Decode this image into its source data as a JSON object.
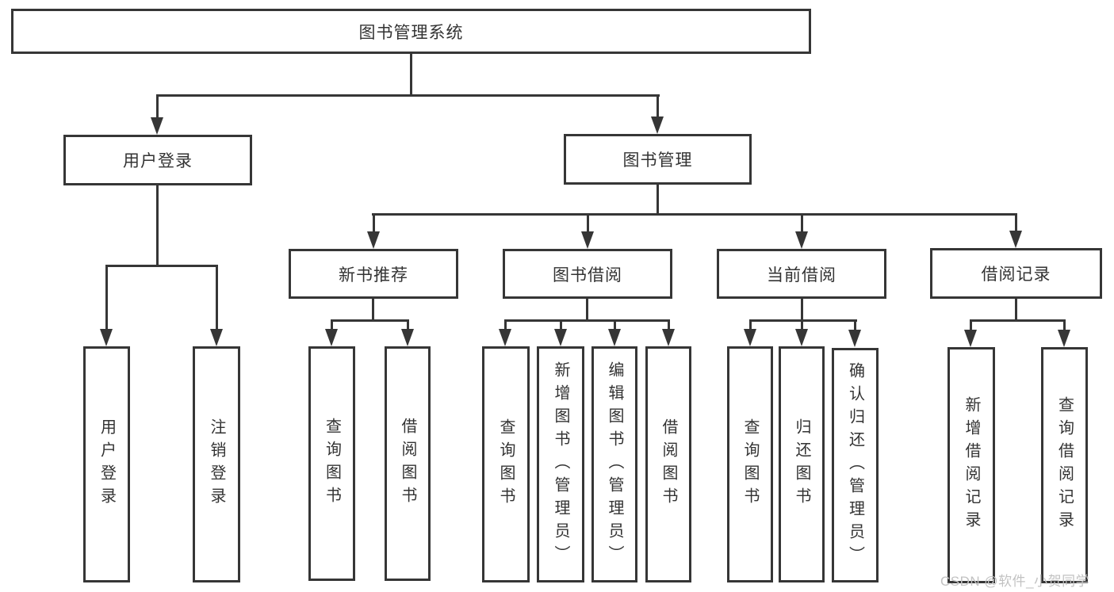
{
  "diagram_type": "hierarchy-tree",
  "nodes": {
    "root": "图书管理系统",
    "user_login": "用户登录",
    "book_mgmt": "图书管理",
    "new_book_rec": "新书推荐",
    "book_borrow": "图书借阅",
    "current_borrow": "当前借阅",
    "borrow_records": "借阅记录",
    "leaves": [
      "用户登录",
      "注销登录",
      "查询图书",
      "借阅图书",
      "查询图书",
      "新增图书（管理员）",
      "编辑图书（管理员）",
      "借阅图书",
      "查询图书",
      "归还图书",
      "确认归还（管理员）",
      "新增借阅记录",
      "查询借阅记录"
    ]
  },
  "hierarchy": {
    "图书管理系统": {
      "用户登录": [
        "用户登录",
        "注销登录"
      ],
      "图书管理": {
        "新书推荐": [
          "查询图书",
          "借阅图书"
        ],
        "图书借阅": [
          "查询图书",
          "新增图书（管理员）",
          "编辑图书（管理员）",
          "借阅图书"
        ],
        "当前借阅": [
          "查询图书",
          "归还图书",
          "确认归还（管理员）"
        ],
        "借阅记录": [
          "新增借阅记录",
          "查询借阅记录"
        ]
      }
    }
  },
  "watermark": {
    "text": "CSDN @软件_小贺同学"
  },
  "colors": {
    "line": "#363636",
    "text": "#333333",
    "box_background": "#ffffff",
    "page_background": "#ffffff",
    "watermark": "#c2c2c2"
  }
}
